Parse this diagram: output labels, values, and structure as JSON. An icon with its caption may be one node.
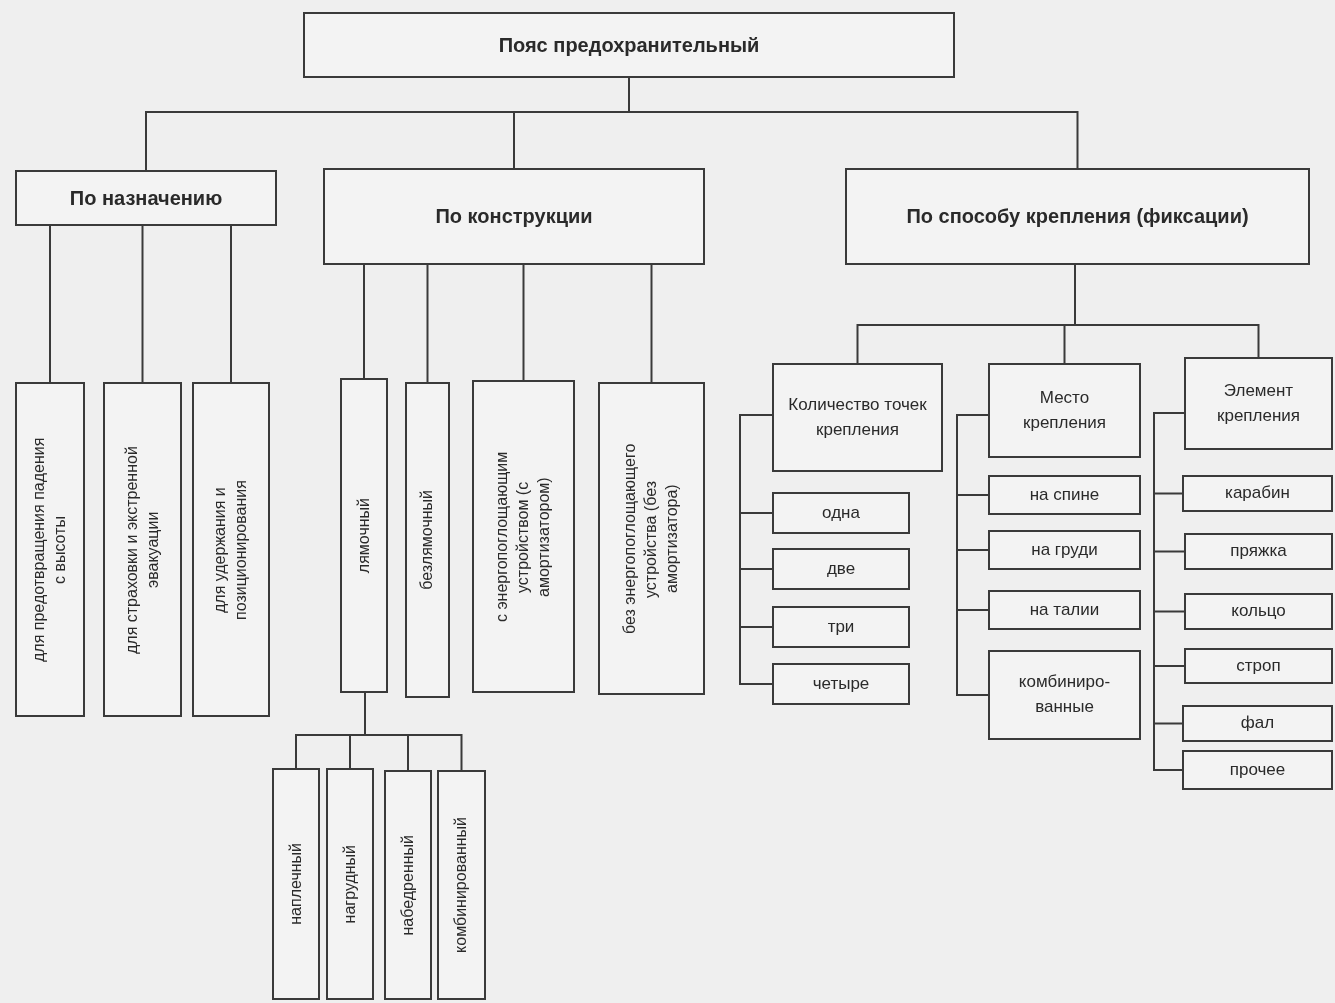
{
  "diagram": {
    "nodes": [
      {
        "text": [
          "Пояс предохранительный"
        ]
      },
      {
        "text": [
          "По назначению"
        ]
      },
      {
        "text": [
          "По конструкции"
        ]
      },
      {
        "text": [
          "По способу крепления (фиксации)"
        ]
      },
      {
        "text": [
          "для предотвращения падения с высоты"
        ]
      },
      {
        "text": [
          "для страховки и экстренной эвакуации"
        ]
      },
      {
        "text": [
          "для удержания и позиционирования"
        ]
      },
      {
        "text": [
          "лямочный"
        ]
      },
      {
        "text": [
          "безлямочный"
        ]
      },
      {
        "text": [
          "с энергопоглощающим устройством (с амортизатором)"
        ]
      },
      {
        "text": [
          "без энергопоглощающего устройства (без амортизатора)"
        ]
      },
      {
        "text": [
          "наплечный"
        ]
      },
      {
        "text": [
          "нагрудный"
        ]
      },
      {
        "text": [
          "набедренный"
        ]
      },
      {
        "text": [
          "комбинированный"
        ]
      },
      {
        "text": [
          "Количество точек крепления"
        ]
      },
      {
        "text": [
          "одна"
        ]
      },
      {
        "text": [
          "две"
        ]
      },
      {
        "text": [
          "три"
        ]
      },
      {
        "text": [
          "четыре"
        ]
      },
      {
        "text": [
          "Место крепления"
        ]
      },
      {
        "text": [
          "на спине"
        ]
      },
      {
        "text": [
          "на груди"
        ]
      },
      {
        "text": [
          "на талии"
        ]
      },
      {
        "text": [
          "комбиниро-ванные"
        ]
      },
      {
        "text": [
          "Элемент крепления"
        ]
      },
      {
        "text": [
          "карабин"
        ]
      },
      {
        "text": [
          "пряжка"
        ]
      },
      {
        "text": [
          "кольцо"
        ]
      },
      {
        "text": [
          "строп"
        ]
      },
      {
        "text": [
          "фал"
        ]
      },
      {
        "text": [
          "прочее"
        ]
      }
    ],
    "edges": [
      {
        "from": 0,
        "to": 1,
        "arrow": "none"
      },
      {
        "from": 0,
        "to": 2,
        "arrow": "none"
      },
      {
        "from": 0,
        "to": 3,
        "arrow": "none"
      },
      {
        "from": 1,
        "to": 4,
        "arrow": "none"
      },
      {
        "from": 1,
        "to": 5,
        "arrow": "none"
      },
      {
        "from": 1,
        "to": 6,
        "arrow": "none"
      },
      {
        "from": 2,
        "to": 7,
        "arrow": "none"
      },
      {
        "from": 2,
        "to": 8,
        "arrow": "none"
      },
      {
        "from": 2,
        "to": 9,
        "arrow": "none"
      },
      {
        "from": 2,
        "to": 10,
        "arrow": "none"
      },
      {
        "from": 7,
        "to": 11,
        "arrow": "none"
      },
      {
        "from": 7,
        "to": 12,
        "arrow": "none"
      },
      {
        "from": 7,
        "to": 13,
        "arrow": "none"
      },
      {
        "from": 7,
        "to": 14,
        "arrow": "none"
      },
      {
        "from": 3,
        "to": 15,
        "arrow": "none"
      },
      {
        "from": 3,
        "to": 20,
        "arrow": "none"
      },
      {
        "from": 3,
        "to": 25,
        "arrow": "none"
      },
      {
        "from": 15,
        "to": 16,
        "arrow": "none"
      },
      {
        "from": 15,
        "to": 17,
        "arrow": "none"
      },
      {
        "from": 15,
        "to": 18,
        "arrow": "none"
      },
      {
        "from": 15,
        "to": 19,
        "arrow": "none"
      },
      {
        "from": 20,
        "to": 21,
        "arrow": "none"
      },
      {
        "from": 20,
        "to": 22,
        "arrow": "none"
      },
      {
        "from": 20,
        "to": 23,
        "arrow": "none"
      },
      {
        "from": 20,
        "to": 24,
        "arrow": "none"
      },
      {
        "from": 25,
        "to": 26,
        "arrow": "none"
      },
      {
        "from": 25,
        "to": 27,
        "arrow": "none"
      },
      {
        "from": 25,
        "to": 28,
        "arrow": "none"
      },
      {
        "from": 25,
        "to": 29,
        "arrow": "none"
      },
      {
        "from": 25,
        "to": 30,
        "arrow": "none"
      },
      {
        "from": 25,
        "to": 31,
        "arrow": "none"
      }
    ]
  }
}
